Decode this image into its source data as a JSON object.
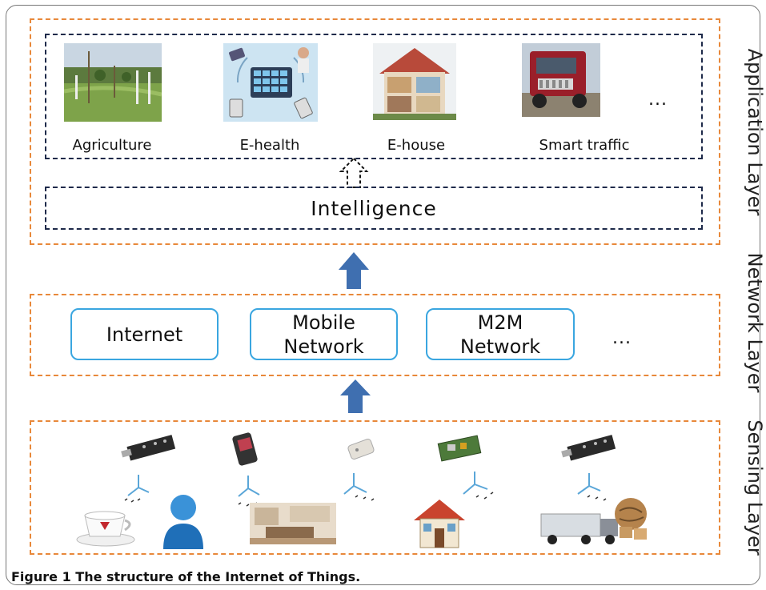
{
  "application_layer": {
    "label": "Application Layer",
    "applications": [
      {
        "label": "Agriculture"
      },
      {
        "label": "E-health"
      },
      {
        "label": "E-house"
      },
      {
        "label": "Smart traffic"
      }
    ],
    "more": "...",
    "intelligence": "Intelligence"
  },
  "network_layer": {
    "label": "Network Layer",
    "networks": [
      {
        "label": "Internet"
      },
      {
        "label": "Mobile Network"
      },
      {
        "label": "M2M Network"
      }
    ],
    "more": "..."
  },
  "sensing_layer": {
    "label": "Sensing Layer"
  },
  "caption": "Figure 1 The structure of the Internet of Things.",
  "colors": {
    "layer_border": "#e8883a",
    "app_border": "#1e2a4a",
    "network_box": "#3aa6e0",
    "arrow": "#3f6fb0"
  }
}
